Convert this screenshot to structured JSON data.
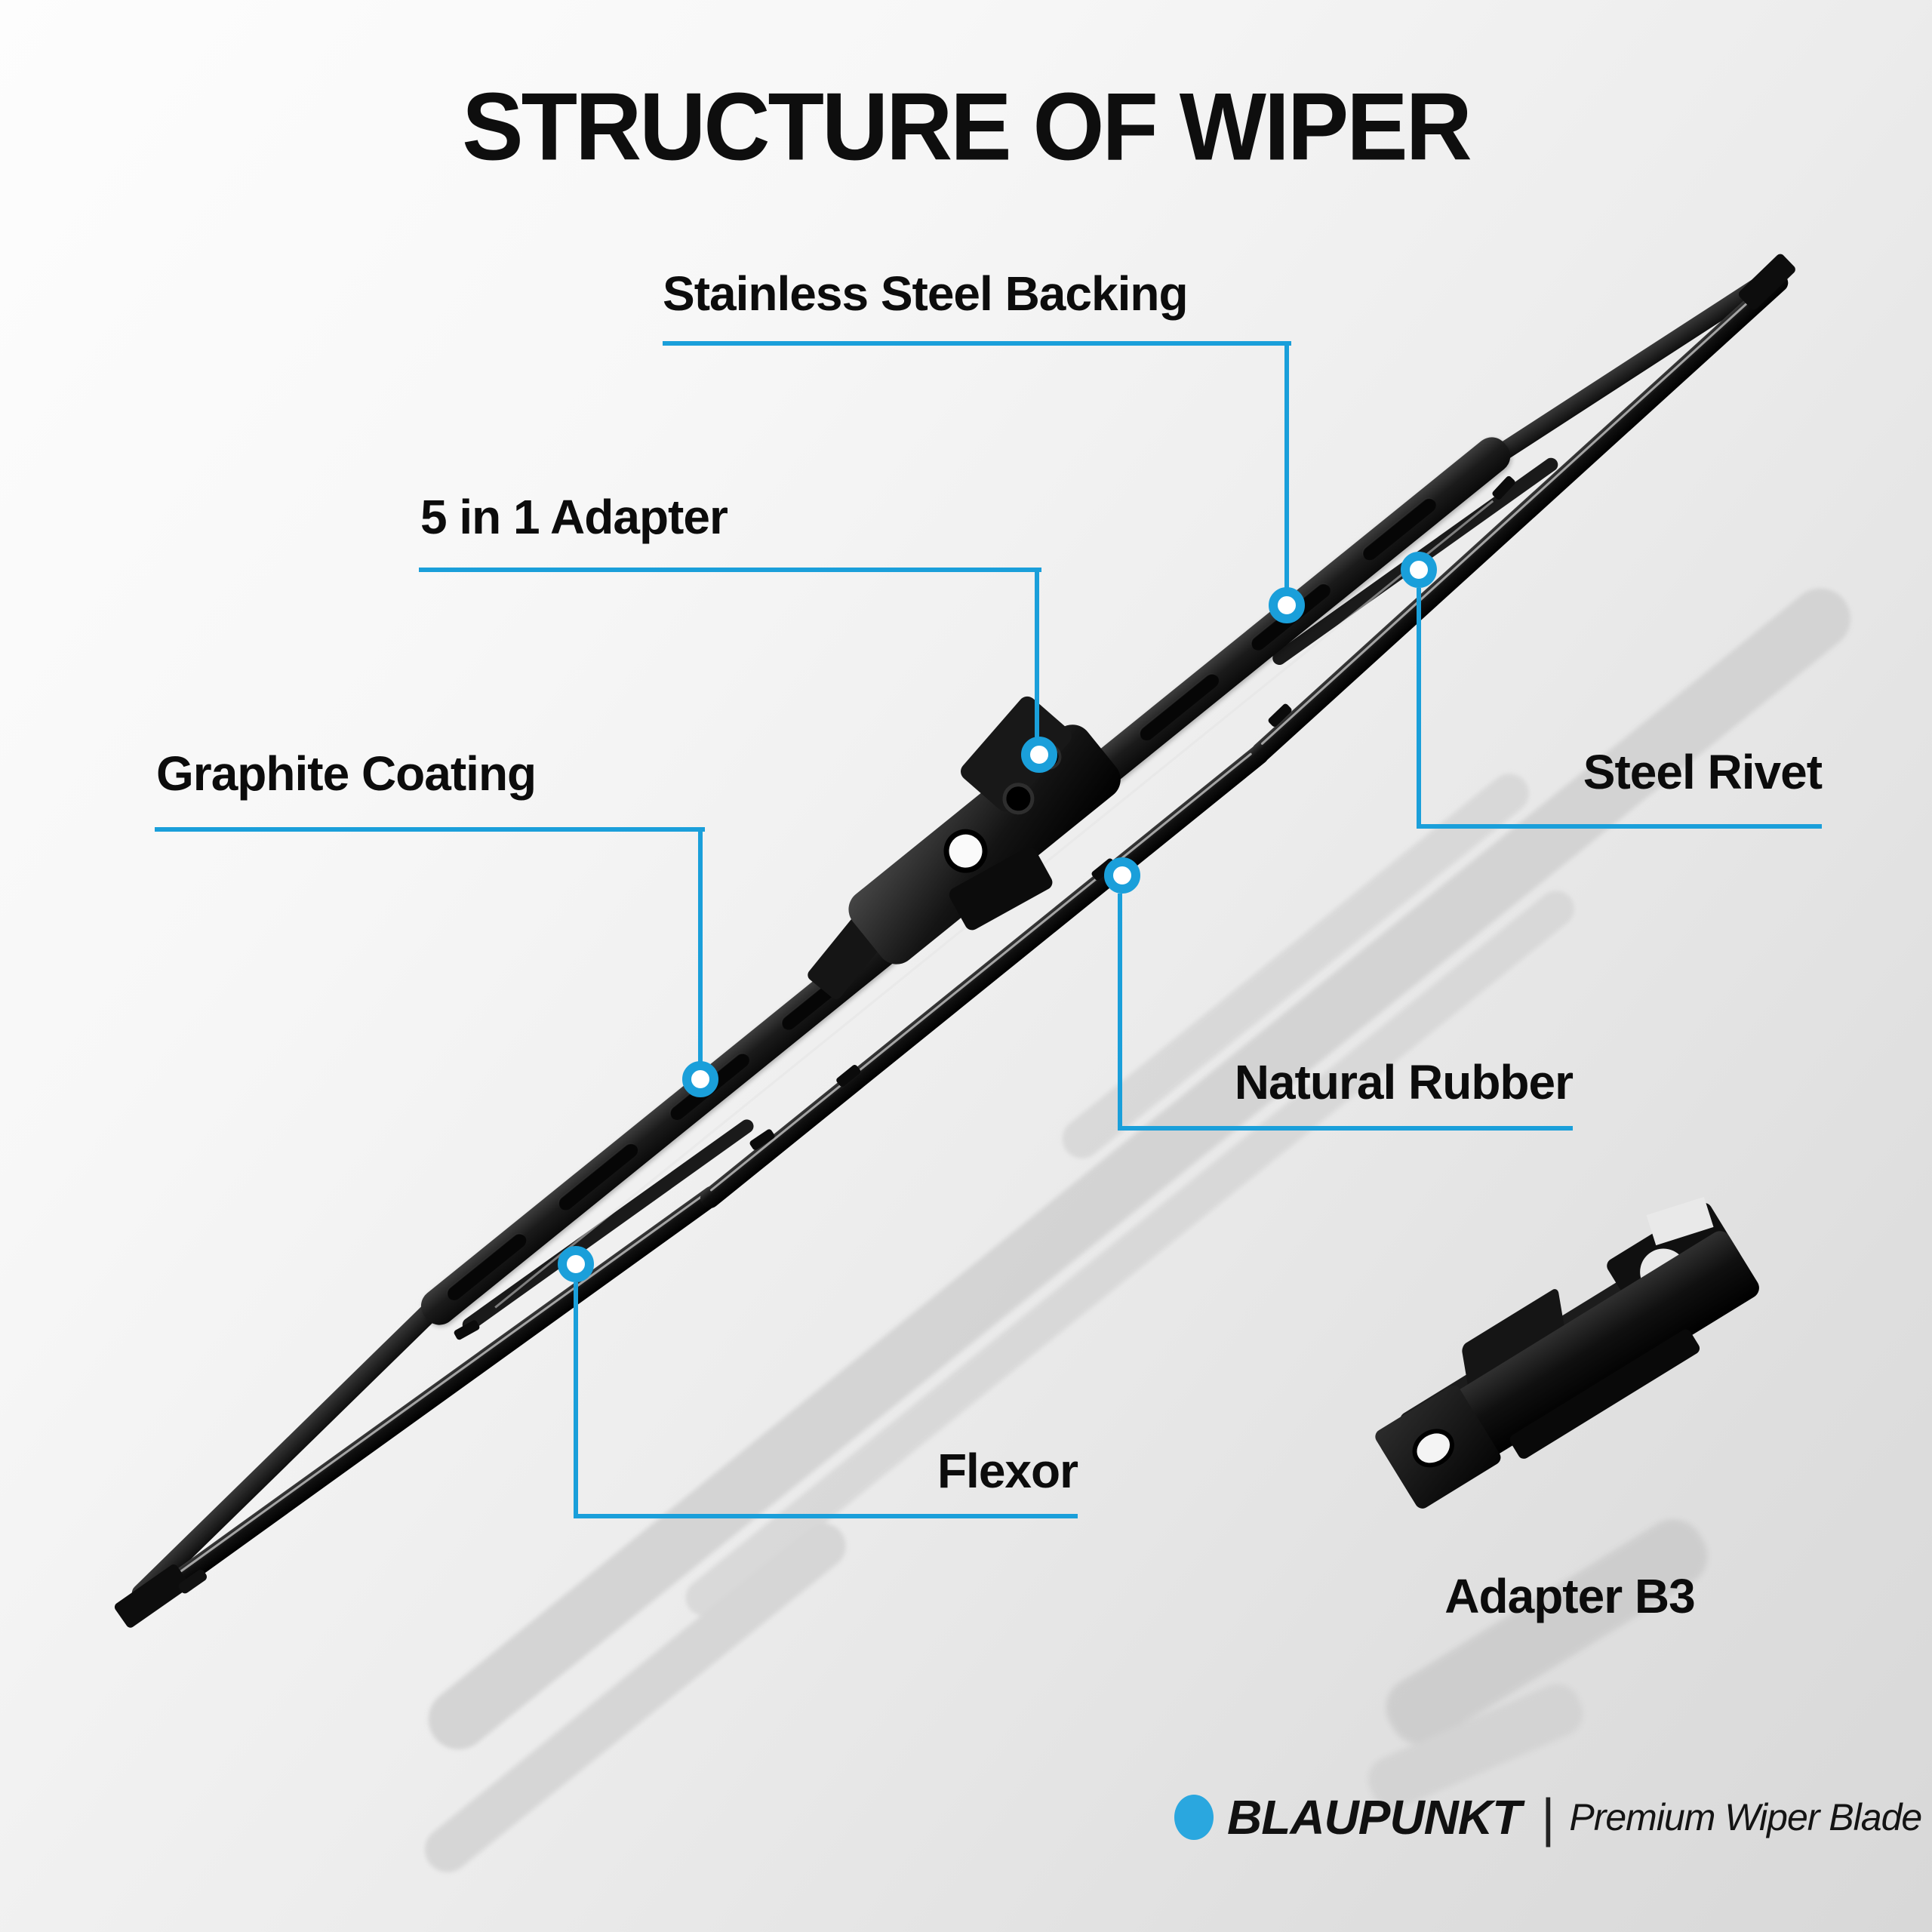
{
  "title": "STRUCTURE OF WIPER",
  "colors": {
    "accent": "#1A9FDA",
    "brand_dot": "#2AA7DF",
    "text": "#0E0E0E",
    "shadow": "#D2D2D2"
  },
  "callouts": [
    {
      "id": "stainless-steel-backing",
      "label": "Stainless Steel Backing"
    },
    {
      "id": "five-in-one-adapter",
      "label": "5 in 1 Adapter"
    },
    {
      "id": "graphite-coating",
      "label": "Graphite Coating"
    },
    {
      "id": "steel-rivet",
      "label": "Steel Rivet"
    },
    {
      "id": "natural-rubber",
      "label": "Natural Rubber"
    },
    {
      "id": "flexor",
      "label": "Flexor"
    }
  ],
  "adapter": {
    "label": "Adapter B3"
  },
  "branding": {
    "brand": "BLAUPUNKT",
    "separator": "|",
    "tagline": "Premium Wiper Blade"
  }
}
